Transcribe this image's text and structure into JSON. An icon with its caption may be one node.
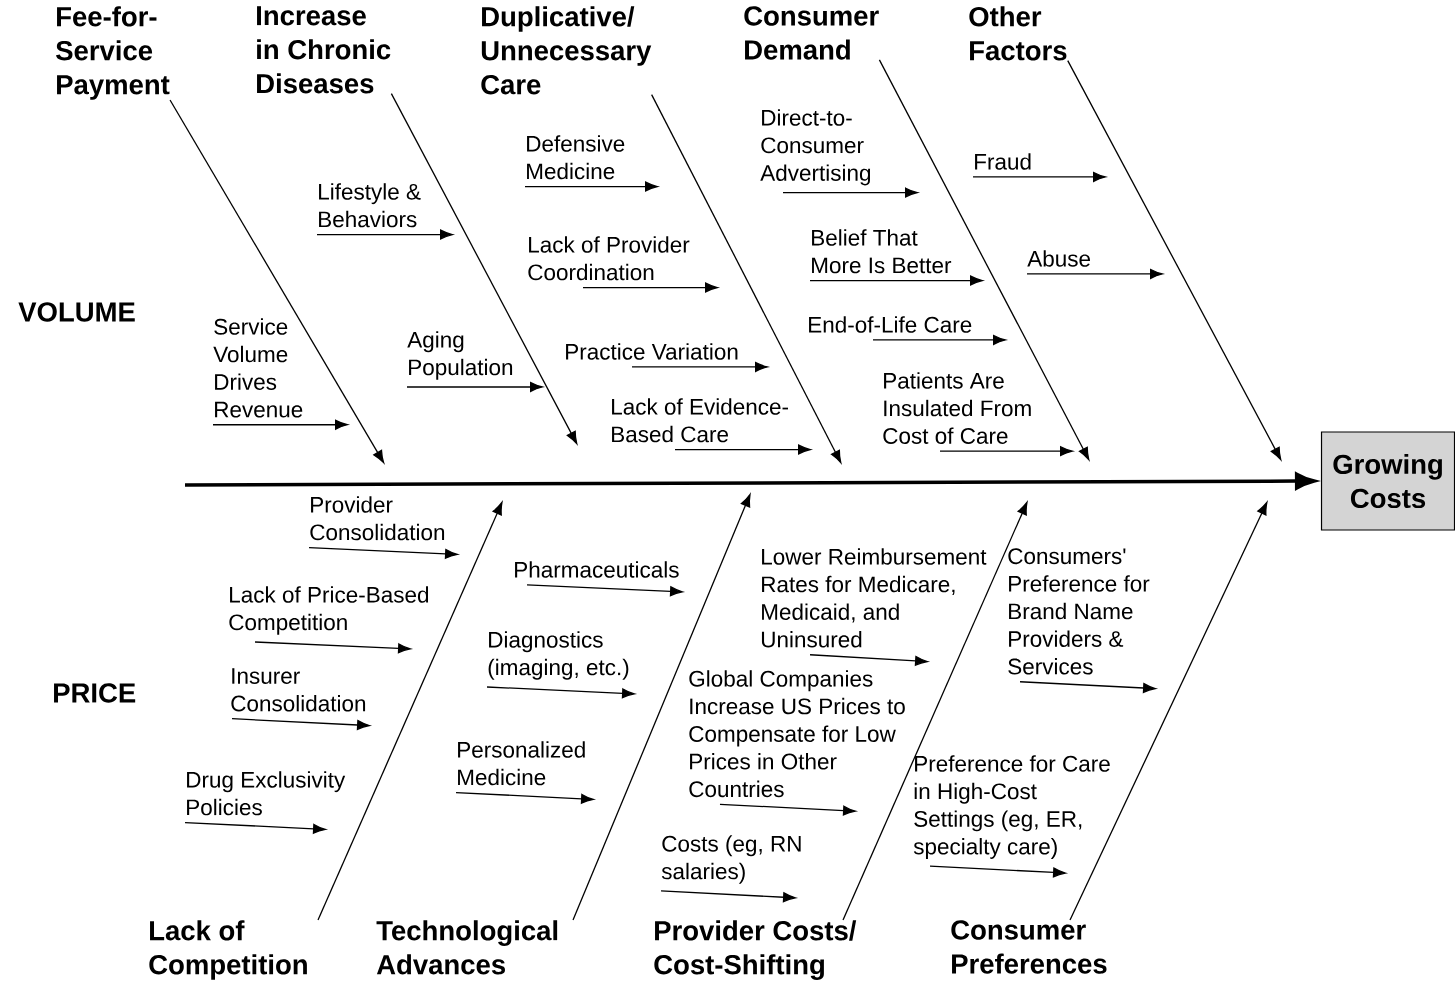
{
  "diagram": {
    "nodes": [
      {
        "text": [
          "Fee-for-Service Payment"
        ]
      },
      {
        "text": [
          "Increase in Chronic Diseases"
        ]
      },
      {
        "text": [
          "Duplicative/ Unnecessary Care"
        ]
      },
      {
        "text": [
          "Consumer Demand"
        ]
      },
      {
        "text": [
          "Other Factors"
        ]
      },
      {
        "text": [
          "Service Volume Drives Revenue"
        ]
      },
      {
        "text": [
          "Lifestyle & Behaviors"
        ]
      },
      {
        "text": [
          "Aging Population"
        ]
      },
      {
        "text": [
          "Defensive Medicine"
        ]
      },
      {
        "text": [
          "Lack of Provider Coordination"
        ]
      },
      {
        "text": [
          "Practice Variation"
        ]
      },
      {
        "text": [
          "Lack of Evidence-Based Care"
        ]
      },
      {
        "text": [
          "Direct-to-Consumer Advertising"
        ]
      },
      {
        "text": [
          "Belief That More Is Better"
        ]
      },
      {
        "text": [
          "End-of-Life Care"
        ]
      },
      {
        "text": [
          "Patients Are Insulated From Cost of Care"
        ]
      },
      {
        "text": [
          "Fraud"
        ]
      },
      {
        "text": [
          "Abuse"
        ]
      },
      {
        "text": [
          "Growing Costs"
        ]
      },
      {
        "text": [
          "Provider Consolidation"
        ]
      },
      {
        "text": [
          "Lack of Price-Based Competition"
        ]
      },
      {
        "text": [
          "Insurer Consolidation"
        ]
      },
      {
        "text": [
          "Drug Exclusivity Policies"
        ]
      },
      {
        "text": [
          "Pharmaceuticals"
        ]
      },
      {
        "text": [
          "Diagnostics (imaging, etc.)"
        ]
      },
      {
        "text": [
          "Personalized Medicine"
        ]
      },
      {
        "text": [
          "Lower Reimbursement Rates for Medicare, Medicaid, and Uninsured"
        ]
      },
      {
        "text": [
          "Global Companies Increase US Prices to Compensate for Low Prices in Other Countries"
        ]
      },
      {
        "text": [
          "Costs (eg, RN salaries)"
        ]
      },
      {
        "text": [
          "Consumers' Preference for Brand Name Providers & Services"
        ]
      },
      {
        "text": [
          "Preference for Care in High-Cost Settings (eg, ER, specialty care)"
        ]
      },
      {
        "text": [
          "Lack of Competition"
        ]
      },
      {
        "text": [
          "Technological Advances"
        ]
      },
      {
        "text": [
          "Provider Costs/ Cost-Shifting"
        ]
      },
      {
        "text": [
          "Consumer Preferences"
        ]
      }
    ],
    "edges": [
      {
        "from": null,
        "to": 18,
        "arrow": "to",
        "style": "thick"
      },
      {
        "from": 0,
        "to": null,
        "arrow": "to"
      },
      {
        "from": 1,
        "to": null,
        "arrow": "to"
      },
      {
        "from": 2,
        "to": null,
        "arrow": "to"
      },
      {
        "from": 3,
        "to": null,
        "arrow": "to"
      },
      {
        "from": 4,
        "to": null,
        "arrow": "to"
      },
      {
        "from": 31,
        "to": null,
        "arrow": "to"
      },
      {
        "from": 32,
        "to": null,
        "arrow": "to"
      },
      {
        "from": 33,
        "to": null,
        "arrow": "to"
      },
      {
        "from": 34,
        "to": null,
        "arrow": "to"
      },
      {
        "from": 5,
        "to": null,
        "arrow": "to"
      },
      {
        "from": 6,
        "to": null,
        "arrow": "to"
      },
      {
        "from": 7,
        "to": null,
        "arrow": "to"
      },
      {
        "from": 8,
        "to": null,
        "arrow": "to"
      },
      {
        "from": 9,
        "to": null,
        "arrow": "to"
      },
      {
        "from": 10,
        "to": null,
        "arrow": "to"
      },
      {
        "from": 11,
        "to": null,
        "arrow": "to"
      },
      {
        "from": 12,
        "to": null,
        "arrow": "to"
      },
      {
        "from": 13,
        "to": null,
        "arrow": "to"
      },
      {
        "from": 14,
        "to": null,
        "arrow": "to"
      },
      {
        "from": 15,
        "to": null,
        "arrow": "to"
      },
      {
        "from": 16,
        "to": null,
        "arrow": "to"
      },
      {
        "from": 17,
        "to": null,
        "arrow": "to"
      },
      {
        "from": 19,
        "to": null,
        "arrow": "to"
      },
      {
        "from": 20,
        "to": null,
        "arrow": "to"
      },
      {
        "from": 21,
        "to": null,
        "arrow": "to"
      },
      {
        "from": 22,
        "to": null,
        "arrow": "to"
      },
      {
        "from": 23,
        "to": null,
        "arrow": "to"
      },
      {
        "from": 24,
        "to": null,
        "arrow": "to"
      },
      {
        "from": 25,
        "to": null,
        "arrow": "to"
      },
      {
        "from": 26,
        "to": null,
        "arrow": "to"
      },
      {
        "from": 27,
        "to": null,
        "arrow": "to"
      },
      {
        "from": 28,
        "to": null,
        "arrow": "to"
      },
      {
        "from": 29,
        "to": null,
        "arrow": "to"
      },
      {
        "from": 30,
        "to": null,
        "arrow": "to"
      }
    ],
    "labels": [
      "VOLUME",
      "PRICE"
    ]
  }
}
